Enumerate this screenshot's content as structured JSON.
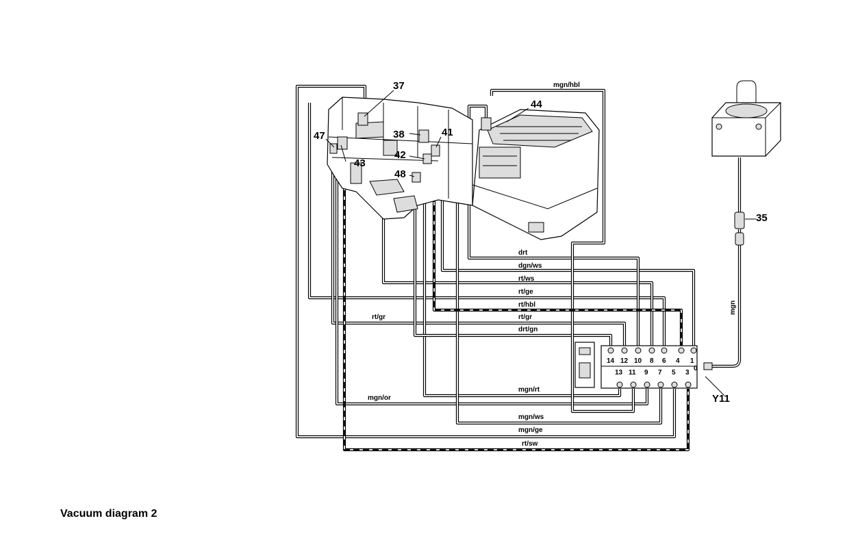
{
  "caption": "Vacuum diagram 2",
  "components": {
    "c37": "37",
    "c38": "38",
    "c41": "41",
    "c42": "42",
    "c43": "43",
    "c44": "44",
    "c47": "47",
    "c48": "48",
    "c35": "35",
    "y11": "Y11"
  },
  "line_labels": {
    "mgn_hbl": "mgn/hbl",
    "drt": "drt",
    "dgn_ws": "dgn/ws",
    "rt_ws": "rt/ws",
    "rt_ge": "rt/ge",
    "rt_hbl": "rt/hbl",
    "rt_gr_left": "rt/gr",
    "rt_gr": "rt/gr",
    "drt_gn": "drt/gn",
    "mgn_rt": "mgn/rt",
    "mgn_or": "mgn/or",
    "mgn_ws": "mgn/ws",
    "mgn_ge": "mgn/ge",
    "rt_sw": "rt/sw",
    "mgn": "mgn"
  },
  "ports_top": [
    "14",
    "12",
    "10",
    "8",
    "6",
    "4",
    "1"
  ],
  "ports_bottom": [
    "13",
    "11",
    "9",
    "7",
    "5",
    "3"
  ],
  "port_zero": "0"
}
